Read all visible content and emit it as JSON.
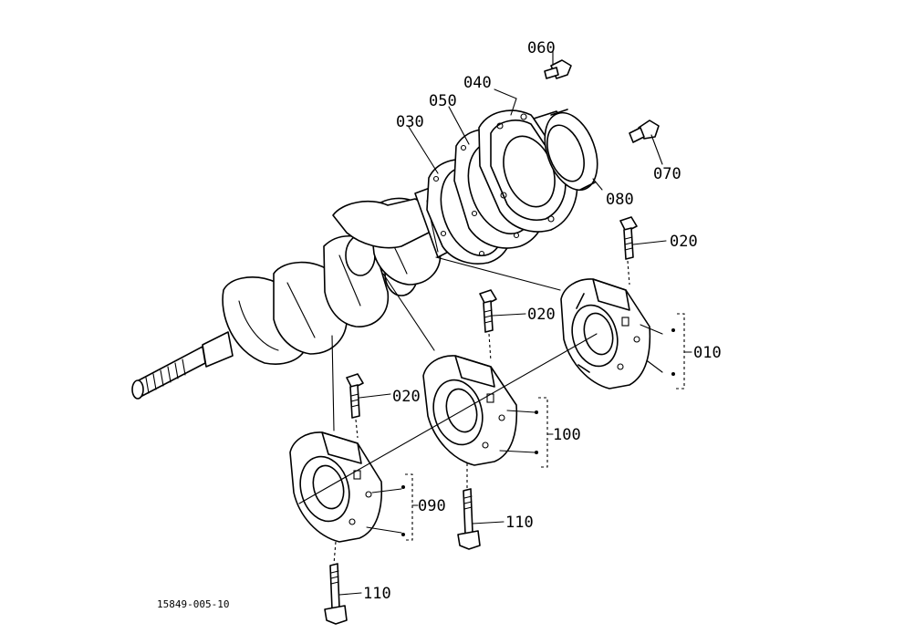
{
  "diagram": {
    "drawing_code": "15849-005-10",
    "parts": [
      {
        "id": "p060",
        "label": "060"
      },
      {
        "id": "p040",
        "label": "040"
      },
      {
        "id": "p050",
        "label": "050"
      },
      {
        "id": "p030",
        "label": "030"
      },
      {
        "id": "p070",
        "label": "070"
      },
      {
        "id": "p080",
        "label": "080"
      },
      {
        "id": "p020a",
        "label": "020"
      },
      {
        "id": "p020b",
        "label": "020"
      },
      {
        "id": "p020c",
        "label": "020"
      },
      {
        "id": "p010",
        "label": "010"
      },
      {
        "id": "p100",
        "label": "100"
      },
      {
        "id": "p090",
        "label": "090"
      },
      {
        "id": "p110a",
        "label": "110"
      },
      {
        "id": "p110b",
        "label": "110"
      }
    ]
  }
}
